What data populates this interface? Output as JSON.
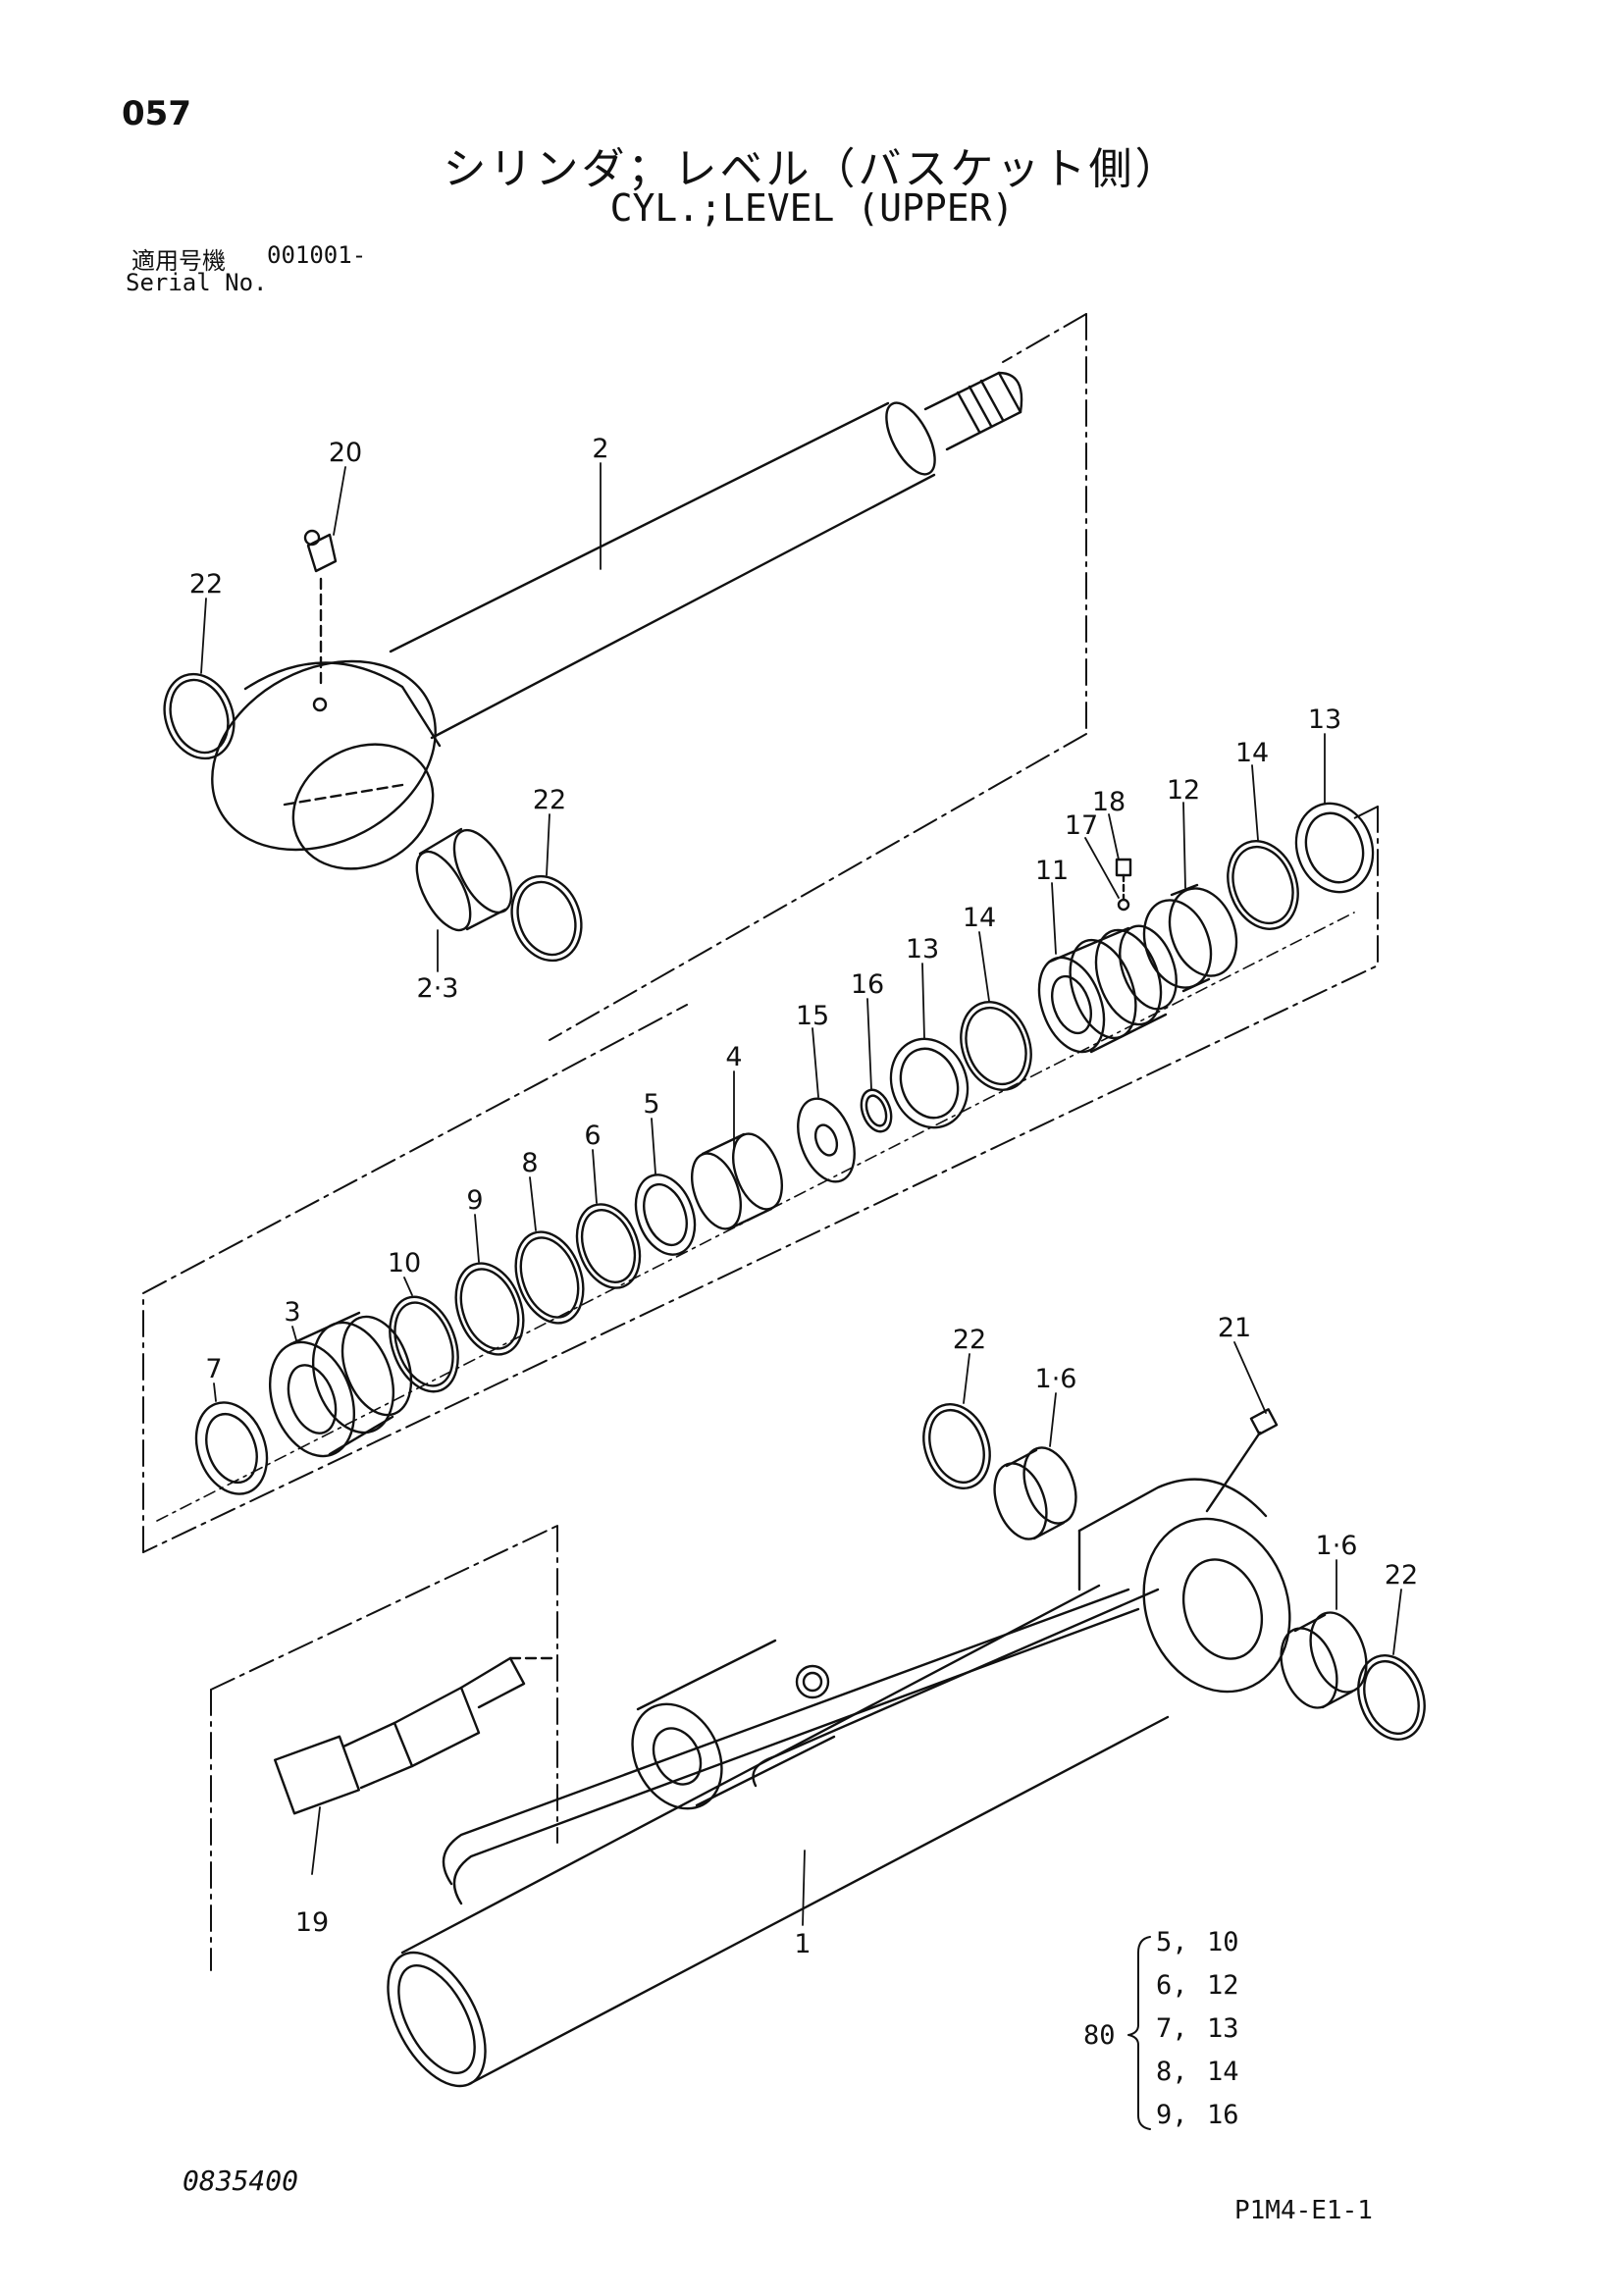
{
  "header": {
    "page_number": "057",
    "title_jp": "シリンダ；レベル（バスケット側）",
    "title_en": "CYL.;LEVEL (UPPER)",
    "serial_label_jp": "適用号機",
    "serial_range": "001001-",
    "serial_label_en": "Serial No."
  },
  "callouts": [
    "20",
    "2",
    "22",
    "22",
    "2·3",
    "13",
    "14",
    "12",
    "18",
    "17",
    "11",
    "14",
    "13",
    "16",
    "15",
    "4",
    "5",
    "6",
    "8",
    "9",
    "10",
    "3",
    "7",
    "22",
    "1·6",
    "21",
    "1·6",
    "22",
    "19",
    "1"
  ],
  "seal_kit": {
    "label": "80",
    "rows": [
      {
        "a": "5,",
        "b": "10"
      },
      {
        "a": "6,",
        "b": "12"
      },
      {
        "a": "7,",
        "b": "13"
      },
      {
        "a": "8,",
        "b": "14"
      },
      {
        "a": "9,",
        "b": "16"
      }
    ]
  },
  "footer": {
    "doc_number": "0835400",
    "sheet_id": "P1M4-E1-1"
  }
}
